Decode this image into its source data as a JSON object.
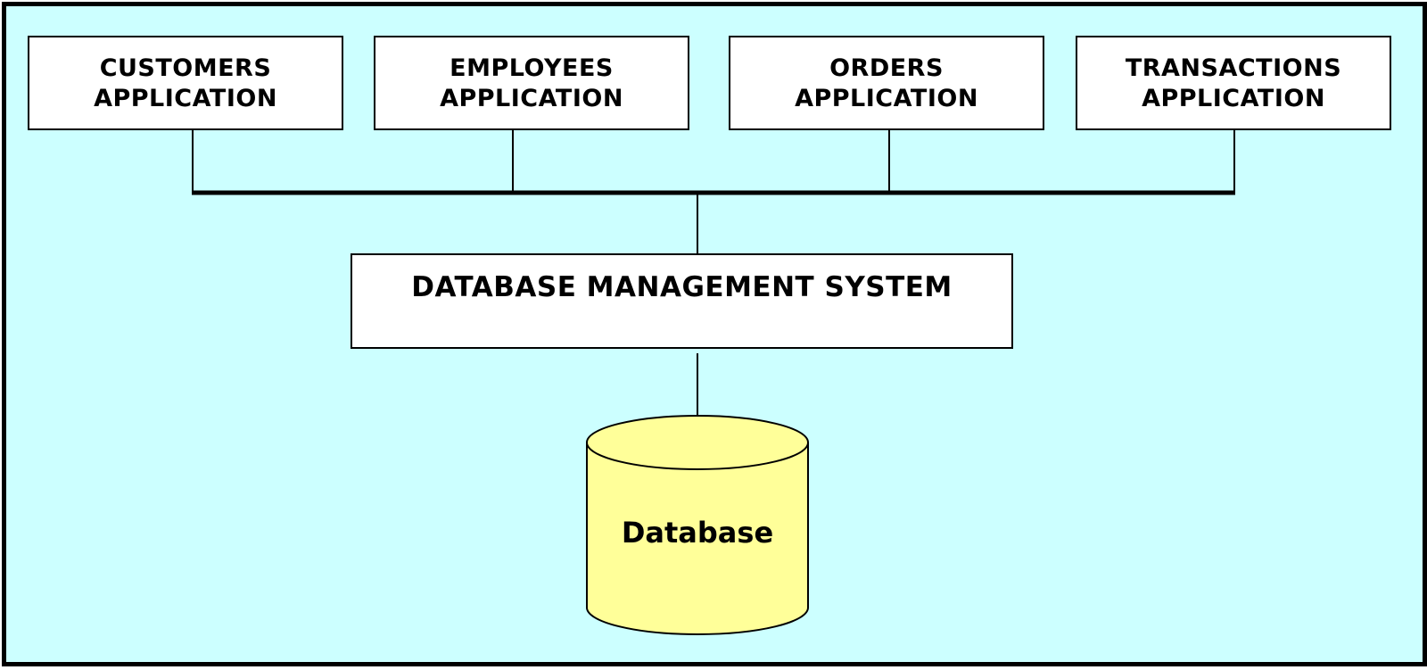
{
  "applications": [
    {
      "line1": "CUSTOMERS",
      "line2": "APPLICATION"
    },
    {
      "line1": "EMPLOYEES",
      "line2": "APPLICATION"
    },
    {
      "line1": "ORDERS",
      "line2": "APPLICATION"
    },
    {
      "line1": "TRANSACTIONS",
      "line2": "APPLICATION"
    }
  ],
  "dbms": {
    "label": "DATABASE MANAGEMENT SYSTEM"
  },
  "database": {
    "label": "Database"
  },
  "colors": {
    "background": "#ccffff",
    "box": "#ffffff",
    "database": "#ffff99",
    "line": "#000000"
  }
}
